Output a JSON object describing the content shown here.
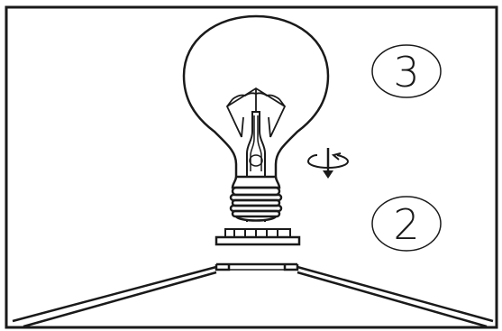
{
  "steps": [
    {
      "label": "3"
    },
    {
      "label": "2"
    }
  ],
  "icons": {
    "bulb": "incandescent-bulb",
    "rotate": "rotate-clockwise-icon",
    "socket": "lamp-socket",
    "shade": "lamp-shade"
  },
  "colors": {
    "ink": "#1a1a1a",
    "background": "#ffffff"
  }
}
